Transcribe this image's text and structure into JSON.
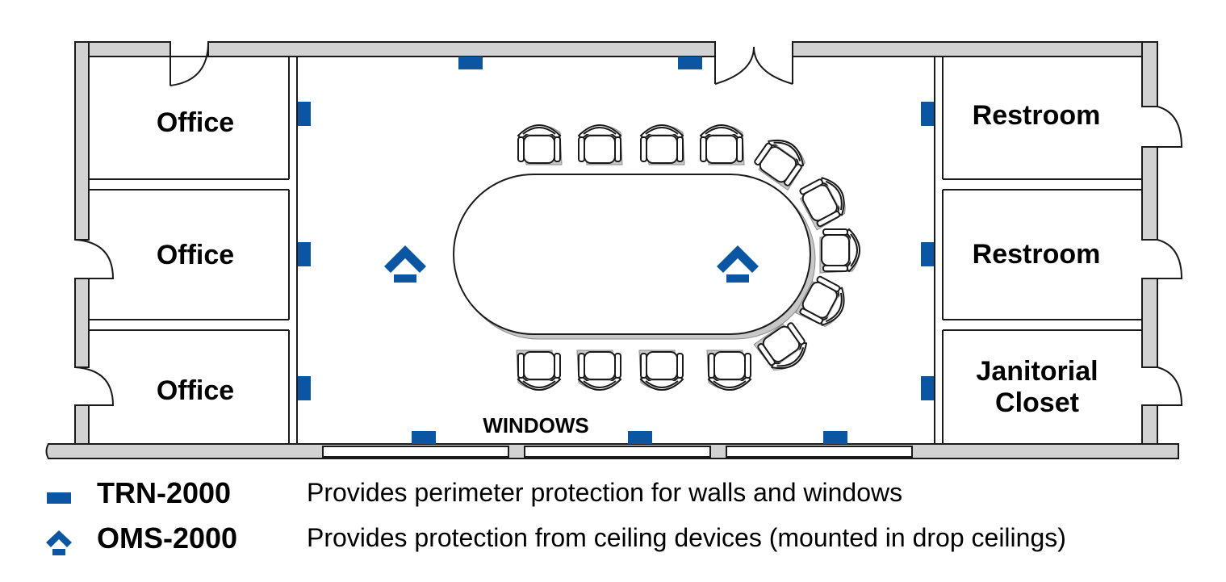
{
  "rooms": {
    "office_1": "Office",
    "office_2": "Office",
    "office_3": "Office",
    "restroom_1": "Restroom",
    "restroom_2": "Restroom",
    "janitorial_line1": "Janitorial",
    "janitorial_line2": "Closet"
  },
  "windows_label": "WINDOWS",
  "legend": [
    {
      "model": "TRN-2000",
      "description": "Provides perimeter protection for walls and windows",
      "icon": "rectangle-sensor-icon"
    },
    {
      "model": "OMS-2000",
      "description": "Provides protection from ceiling devices (mounted in drop ceilings)",
      "icon": "ceiling-sensor-icon"
    }
  ],
  "colors": {
    "sensor": "#0a56a3",
    "wall": "#d2d2d2"
  }
}
